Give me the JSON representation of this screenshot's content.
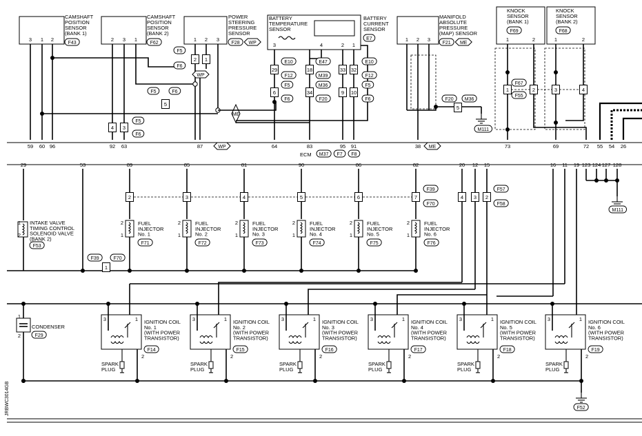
{
  "ecm": {
    "label": "ECM",
    "connectors": [
      "M37",
      "F7",
      "F8"
    ]
  },
  "top_components": [
    {
      "id": "cmp-sensor-b1",
      "lines": [
        "CAMSHAFT",
        "POSITION",
        "SENSOR",
        "(BANK 1)"
      ],
      "connector": "F43",
      "pins": [
        "3",
        "1",
        "2"
      ]
    },
    {
      "id": "cmp-sensor-b2",
      "lines": [
        "CAMSHAFT",
        "POSITION",
        "SENSOR",
        "(BANK 2)"
      ],
      "connector": "F62",
      "pins": [
        "2",
        "3",
        "1"
      ]
    },
    {
      "id": "ps-sensor",
      "lines": [
        "POWER",
        "STEERING",
        "PRESSURE",
        "SENSOR"
      ],
      "connector": "F28",
      "tag": "WP",
      "pins": [
        "1",
        "2",
        "3"
      ]
    },
    {
      "id": "battery-temp-sensor",
      "lines": [
        "BATTERY",
        "TEMPERATURE",
        "SENSOR"
      ],
      "pins": [
        "3",
        "4"
      ]
    },
    {
      "id": "battery-current-sensor",
      "lines": [
        "BATTERY",
        "CURRENT",
        "SENSOR"
      ],
      "connector": "E7",
      "pins": [
        "2",
        "1"
      ]
    },
    {
      "id": "map-sensor",
      "lines": [
        "MANIFOLD",
        "ABSOLUTE",
        "PRESSURE",
        "(MAP) SENSOR"
      ],
      "connector": "F21",
      "tag": "ME",
      "pins": [
        "1",
        "2",
        "3"
      ]
    },
    {
      "id": "knock-sensor-b1",
      "lines": [
        "KNOCK",
        "SENSOR",
        "(BANK 1)"
      ],
      "connector": "F69",
      "pins": [
        "1",
        "2"
      ]
    },
    {
      "id": "knock-sensor-b2",
      "lines": [
        "KNOCK",
        "SENSOR",
        "(BANK 2)"
      ],
      "connector": "F68",
      "pins": [
        "1",
        "2"
      ]
    }
  ],
  "ecm_top_pins": [
    "59",
    "60",
    "96",
    "92",
    "63",
    "87",
    "64",
    "83",
    "95",
    "91",
    "38",
    "73",
    "69",
    "72",
    "55",
    "54",
    "26"
  ],
  "ecm_bottom_pins": [
    "29",
    "53",
    "89",
    "85",
    "81",
    "90",
    "86",
    "82",
    "20",
    "12",
    "15",
    "16",
    "11",
    "19",
    "123",
    "124",
    "127",
    "128"
  ],
  "tags": {
    "wp": "WP",
    "me": "ME"
  },
  "connectors": {
    "f5": "F5",
    "f6": "F6",
    "e10": "E10",
    "f12": "F12",
    "e47": "E47",
    "m39": "M39",
    "m36": "M36",
    "f20": "F20",
    "f67": "F67",
    "f55": "F55",
    "m111": "M111",
    "f39": "F39",
    "f70": "F70",
    "f57": "F57",
    "f58": "F58",
    "f52": "F52"
  },
  "junctions": {
    "j_cmp": [
      "4",
      "3"
    ],
    "j_ps": [
      "2",
      "1",
      "5"
    ],
    "j_bt": [
      "29",
      "6",
      "18",
      "34"
    ],
    "j_bc": [
      "33",
      "32",
      "9",
      "10"
    ],
    "j_map": "5",
    "j_ks": [
      "1",
      "2",
      "3",
      "4"
    ],
    "j_inj": [
      "2",
      "3",
      "4",
      "5",
      "6",
      "7"
    ],
    "j_ign": [
      "4",
      "3",
      "2"
    ],
    "j_ivt": "1"
  },
  "injectors": [
    {
      "lines": [
        "FUEL",
        "INJECTOR",
        "No. 1"
      ],
      "connector": "F71"
    },
    {
      "lines": [
        "FUEL",
        "INJECTOR",
        "No. 2"
      ],
      "connector": "F72"
    },
    {
      "lines": [
        "FUEL",
        "INJECTOR",
        "No. 3"
      ],
      "connector": "F73"
    },
    {
      "lines": [
        "FUEL",
        "INJECTOR",
        "No. 4"
      ],
      "connector": "F74"
    },
    {
      "lines": [
        "FUEL",
        "INJECTOR",
        "No. 5"
      ],
      "connector": "F75"
    },
    {
      "lines": [
        "FUEL",
        "INJECTOR",
        "No. 6"
      ],
      "connector": "F76"
    }
  ],
  "ivt_valve": {
    "lines": [
      "INTAKE VALVE",
      "TIMING CONTROL",
      "SOLENOID VALVE",
      "(BANK 2)"
    ],
    "connector": "F53"
  },
  "condenser": {
    "label": "CONDENSER",
    "connector": "F29",
    "pins": [
      "1",
      "2"
    ]
  },
  "ignition_coils": [
    {
      "lines": [
        "IGNITION COIL",
        "No. 1",
        "(WITH POWER",
        "TRANSISTOR)"
      ],
      "connector": "F14"
    },
    {
      "lines": [
        "IGNITION COIL",
        "No. 2",
        "(WITH POWER",
        "TRANSISTOR)"
      ],
      "connector": "F15"
    },
    {
      "lines": [
        "IGNITION COIL",
        "No. 3",
        "(WITH POWER",
        "TRANSISTOR)"
      ],
      "connector": "F16"
    },
    {
      "lines": [
        "IGNITION COIL",
        "No. 4",
        "(WITH POWER",
        "TRANSISTOR)"
      ],
      "connector": "F17"
    },
    {
      "lines": [
        "IGNITION COIL",
        "No. 5",
        "(WITH POWER",
        "TRANSISTOR)"
      ],
      "connector": "F18"
    },
    {
      "lines": [
        "IGNITION COIL",
        "No. 6",
        "(WITH POWER",
        "TRANSISTOR)"
      ],
      "connector": "F19"
    }
  ],
  "coil_pins": [
    "3",
    "1",
    "2"
  ],
  "spark_plug": [
    "SPARK",
    "PLUG"
  ],
  "diagram_code": "JRBWC3014GB"
}
